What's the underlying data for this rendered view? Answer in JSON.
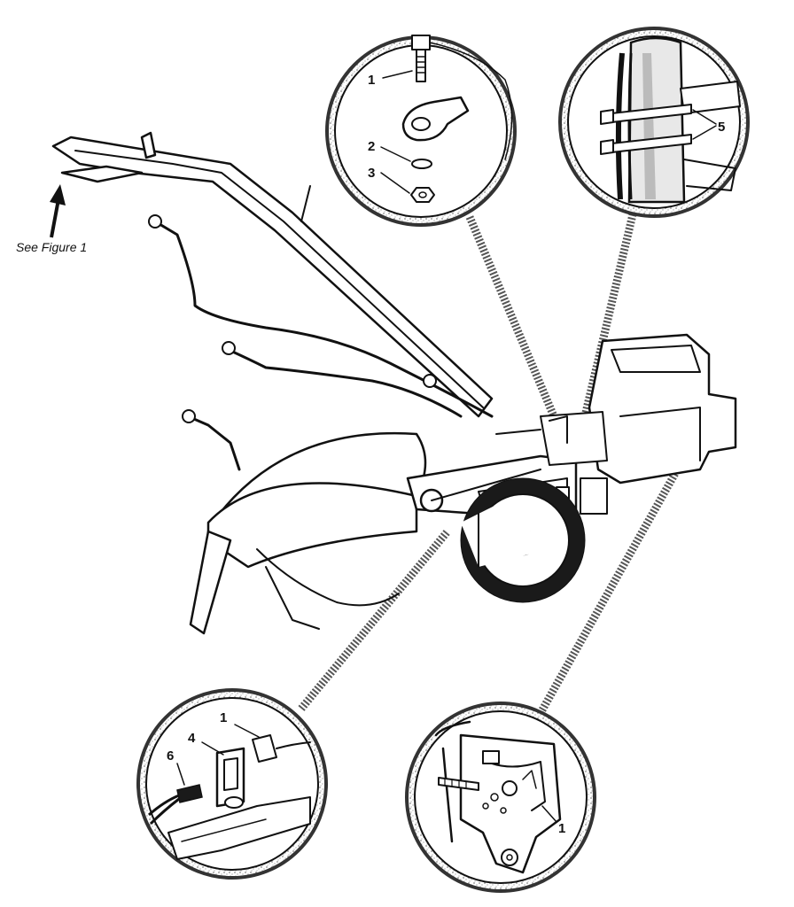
{
  "figure": {
    "see_figure_caption": "See Figure 1"
  },
  "detail_top_center": {
    "callouts": [
      "1",
      "2",
      "3"
    ]
  },
  "detail_top_right": {
    "callouts": [
      "5"
    ]
  },
  "detail_bottom_left": {
    "callouts": [
      "1",
      "4",
      "6"
    ]
  },
  "detail_bottom_right": {
    "callouts": [
      "1"
    ]
  }
}
